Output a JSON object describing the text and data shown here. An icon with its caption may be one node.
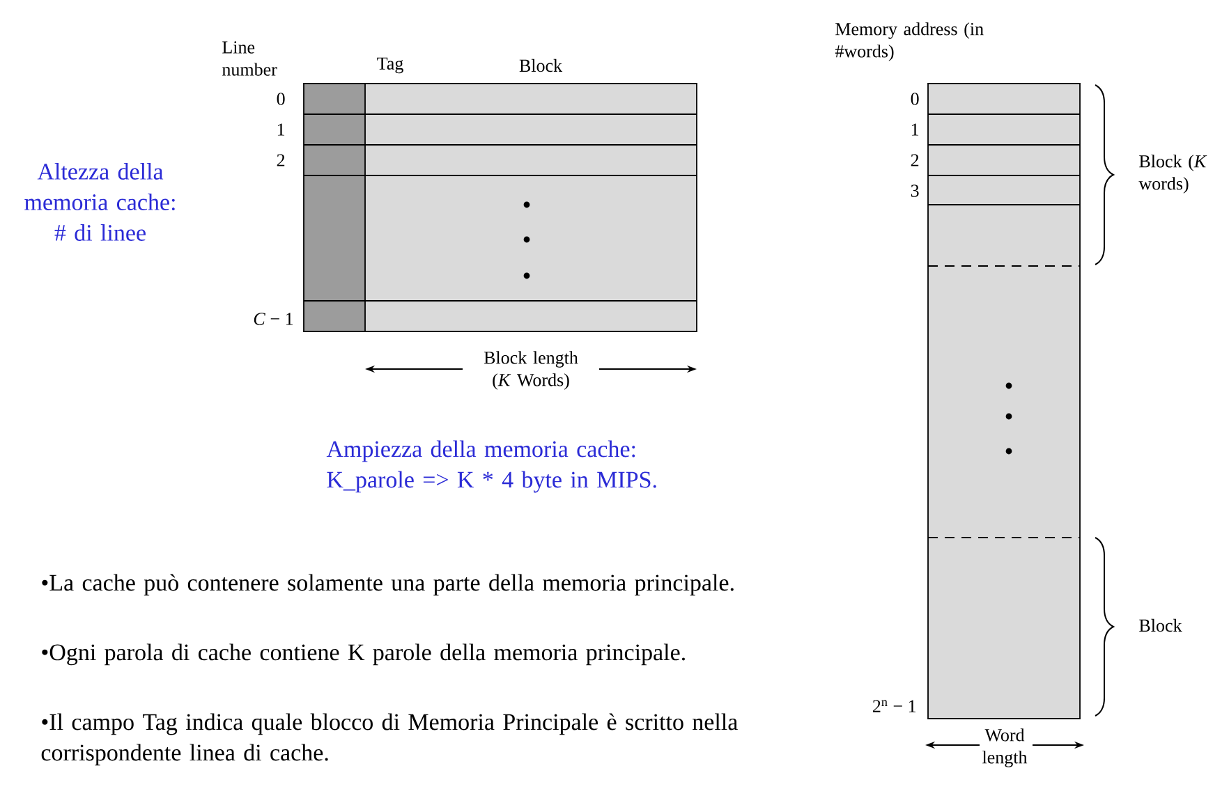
{
  "diagram": {
    "labels": [
      "Line number",
      "Tag",
      "Block",
      "0",
      "1",
      "2",
      "*C* − 1",
      "Block length (*K* Words)",
      "Memory address (in #words)",
      "0",
      "1",
      "2",
      "3",
      "Block (*K* words)",
      "2$^{n}$ − 1",
      "Block",
      "Word length",
      "Altezza della memoria cache: # di linee",
      "Ampiezza della memoria cache: K_parole => K * 4 byte in MIPS.",
      "•La cache può contenere solamente una parte della memoria principale.",
      "•Ogni parola di cache contiene K parole della memoria principale.",
      "•Il campo Tag indica quale blocco di Memoria Principale è scritto nella corrispondente linea di cache."
    ]
  }
}
